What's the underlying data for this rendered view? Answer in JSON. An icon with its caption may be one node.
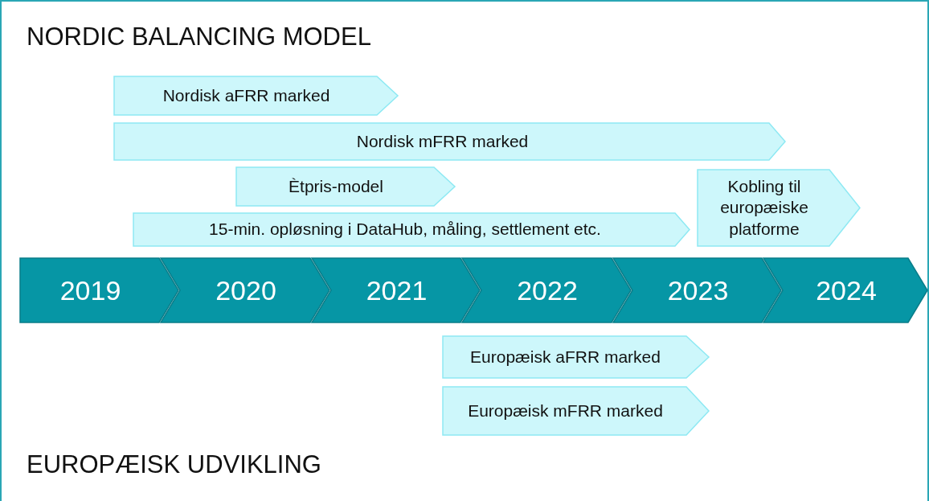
{
  "diagram": {
    "title": "NORDIC BALANCING MODEL",
    "nodes": [
      {
        "text": [
          "Nordisk aFRR marked"
        ]
      },
      {
        "text": [
          "Nordisk mFRR marked"
        ]
      },
      {
        "text": [
          "Ètpris-model"
        ]
      },
      {
        "text": [
          "Kobling til europæiske platforme"
        ]
      },
      {
        "text": [
          "15-min. opløsning i DataHub, måling, settlement etc."
        ]
      },
      {
        "text": [
          "2019"
        ]
      },
      {
        "text": [
          "2020"
        ]
      },
      {
        "text": [
          "2021"
        ]
      },
      {
        "text": [
          "2022"
        ]
      },
      {
        "text": [
          "2023"
        ]
      },
      {
        "text": [
          "2024"
        ]
      },
      {
        "text": [
          "Europæisk aFRR marked"
        ]
      },
      {
        "text": [
          "Europæisk mFRR marked"
        ]
      }
    ],
    "labels": [
      "EUROPÆISK UDVIKLING"
    ]
  }
}
